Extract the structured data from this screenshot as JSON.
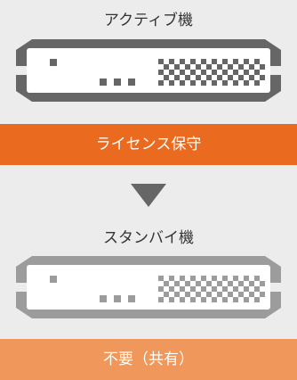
{
  "active": {
    "label": "アクティブ機",
    "device_icon": "server-appliance-icon",
    "device_color": "#666666",
    "license_bar": {
      "text": "ライセンス保守",
      "color": "#ea6a1f"
    }
  },
  "arrow": {
    "icon": "down-triangle-icon",
    "color": "#666666"
  },
  "standby": {
    "label": "スタンバイ機",
    "device_icon": "server-appliance-icon",
    "device_color": "#9c9c9c",
    "license_bar": {
      "text": "不要（共有）",
      "color": "#f0985c"
    }
  }
}
